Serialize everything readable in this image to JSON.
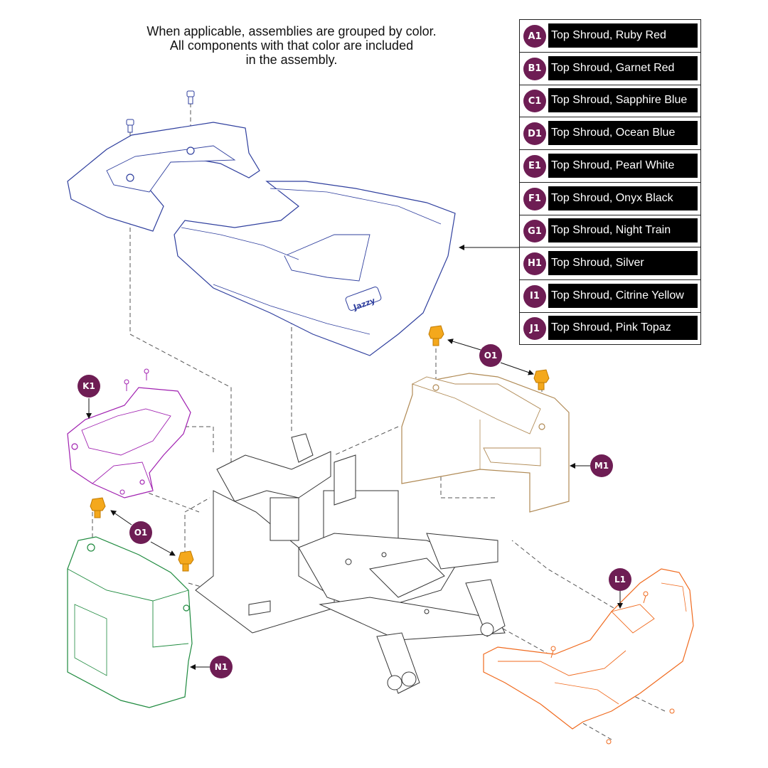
{
  "note": {
    "line1": "When applicable, assemblies are grouped by color.",
    "line2": "All components with that color are included",
    "line3": "in the assembly."
  },
  "legend": [
    {
      "id": "A1",
      "label": "Top Shroud, Ruby Red"
    },
    {
      "id": "B1",
      "label": "Top Shroud, Garnet Red"
    },
    {
      "id": "C1",
      "label": "Top Shroud, Sapphire Blue"
    },
    {
      "id": "D1",
      "label": "Top Shroud, Ocean Blue"
    },
    {
      "id": "E1",
      "label": "Top Shroud, Pearl White"
    },
    {
      "id": "F1",
      "label": "Top Shroud, Onyx Black"
    },
    {
      "id": "G1",
      "label": "Top Shroud, Night Train"
    },
    {
      "id": "H1",
      "label": "Top Shroud, Silver"
    },
    {
      "id": "I1",
      "label": "Top Shroud, Citrine Yellow"
    },
    {
      "id": "J1",
      "label": "Top Shroud, Pink Topaz"
    }
  ],
  "callouts": {
    "k1": "K1",
    "l1": "L1",
    "m1": "M1",
    "n1": "N1",
    "o1_top": "O1",
    "o1_left": "O1"
  },
  "logo_text": "Jazzy",
  "colors": {
    "badge": "#6e1d54",
    "top_shroud": "#2f3f9e",
    "k1_part": "#a020b0",
    "l1_part": "#f06a1e",
    "m1_part": "#b08a55",
    "n1_part": "#1e8a3e",
    "o1_knob": "#f4a81c",
    "frame": "#333333"
  }
}
